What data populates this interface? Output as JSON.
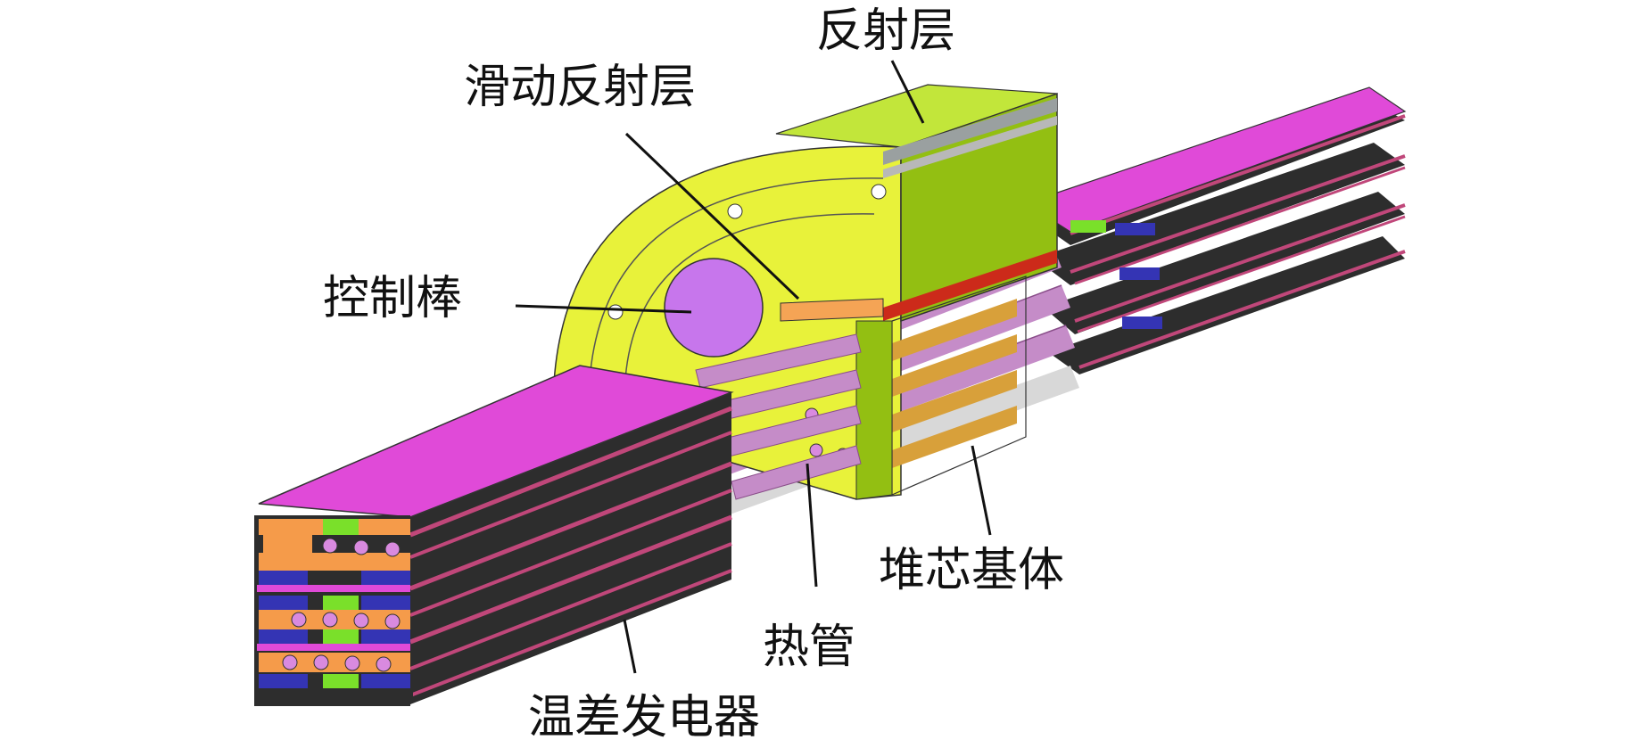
{
  "labels": {
    "reflector": "反射层",
    "sliding_reflector": "滑动反射层",
    "control_rod": "控制棒",
    "core_matrix": "堆芯基体",
    "heat_pipe": "热管",
    "thermoelectric_generator": "温差发电器"
  },
  "colors": {
    "reflector": "#e8f23a",
    "reflector_side": "#93bf12",
    "control_rod": "#c776ec",
    "sliding_reflector": "#f5a455",
    "red_band": "#cc2a1a",
    "matrix_band": "#d8a03a",
    "heat_pipe": "#c58cc8",
    "module_top": "#e04ad8",
    "module_edge": "#c0477a",
    "module_dark": "#2d2d2d",
    "orange_plate": "#f59b4a",
    "blue_block": "#3434b4",
    "green_block": "#7ae02a",
    "pipe_end": "#d98adf"
  }
}
